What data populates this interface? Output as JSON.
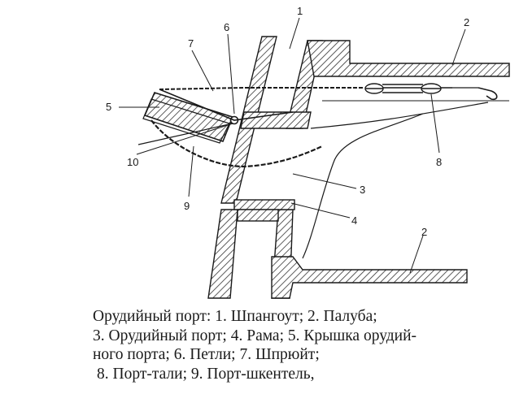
{
  "labels": {
    "n1": "1",
    "n2a": "2",
    "n2b": "2",
    "n3": "3",
    "n4": "4",
    "n5": "5",
    "n6": "6",
    "n7": "7",
    "n8": "8",
    "n9": "9",
    "n10": "10"
  },
  "caption": {
    "line1": "Орудийный порт: 1. Шпангоут; 2. Палуба;",
    "line2": "3. Орудийный порт; 4. Рама; 5. Крышка орудий-",
    "line3": "ного порта; 6. Петли; 7. Шпрюйт;",
    "line4": "8. Порт-тали; 9. Порт-шкентель,"
  },
  "colors": {
    "ink": "#1a1a1a",
    "hatch": "#333333"
  }
}
